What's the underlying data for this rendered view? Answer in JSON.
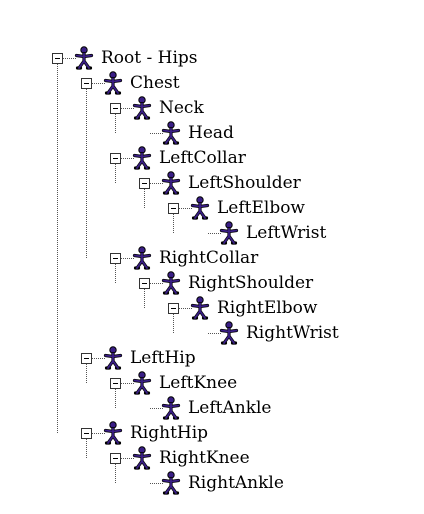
{
  "tree": {
    "nodes": [
      {
        "label": "Root - Hips",
        "depth": 0,
        "expanded": true,
        "icon": "skeleton-figure-icon"
      },
      {
        "label": "Chest",
        "depth": 1,
        "expanded": true,
        "icon": "skeleton-figure-icon"
      },
      {
        "label": "Neck",
        "depth": 2,
        "expanded": true,
        "icon": "skeleton-figure-icon"
      },
      {
        "label": "Head",
        "depth": 3,
        "expanded": null,
        "icon": "skeleton-figure-icon"
      },
      {
        "label": "LeftCollar",
        "depth": 2,
        "expanded": true,
        "icon": "skeleton-figure-icon"
      },
      {
        "label": "LeftShoulder",
        "depth": 3,
        "expanded": true,
        "icon": "skeleton-figure-icon"
      },
      {
        "label": "LeftElbow",
        "depth": 4,
        "expanded": true,
        "icon": "skeleton-figure-icon"
      },
      {
        "label": "LeftWrist",
        "depth": 5,
        "expanded": null,
        "icon": "skeleton-figure-icon"
      },
      {
        "label": "RightCollar",
        "depth": 2,
        "expanded": true,
        "icon": "skeleton-figure-icon"
      },
      {
        "label": "RightShoulder",
        "depth": 3,
        "expanded": true,
        "icon": "skeleton-figure-icon"
      },
      {
        "label": "RightElbow",
        "depth": 4,
        "expanded": true,
        "icon": "skeleton-figure-icon"
      },
      {
        "label": "RightWrist",
        "depth": 5,
        "expanded": null,
        "icon": "skeleton-figure-icon"
      },
      {
        "label": "LeftHip",
        "depth": 1,
        "expanded": true,
        "icon": "skeleton-figure-icon"
      },
      {
        "label": "LeftKnee",
        "depth": 2,
        "expanded": true,
        "icon": "skeleton-figure-icon"
      },
      {
        "label": "LeftAnkle",
        "depth": 3,
        "expanded": null,
        "icon": "skeleton-figure-icon"
      },
      {
        "label": "RightHip",
        "depth": 1,
        "expanded": true,
        "icon": "skeleton-figure-icon"
      },
      {
        "label": "RightKnee",
        "depth": 2,
        "expanded": true,
        "icon": "skeleton-figure-icon"
      },
      {
        "label": "RightAnkle",
        "depth": 3,
        "expanded": null,
        "icon": "skeleton-figure-icon"
      }
    ]
  },
  "colors": {
    "icon_body": "#3a1e86",
    "icon_outline": "#000000",
    "connector": "#555555"
  }
}
